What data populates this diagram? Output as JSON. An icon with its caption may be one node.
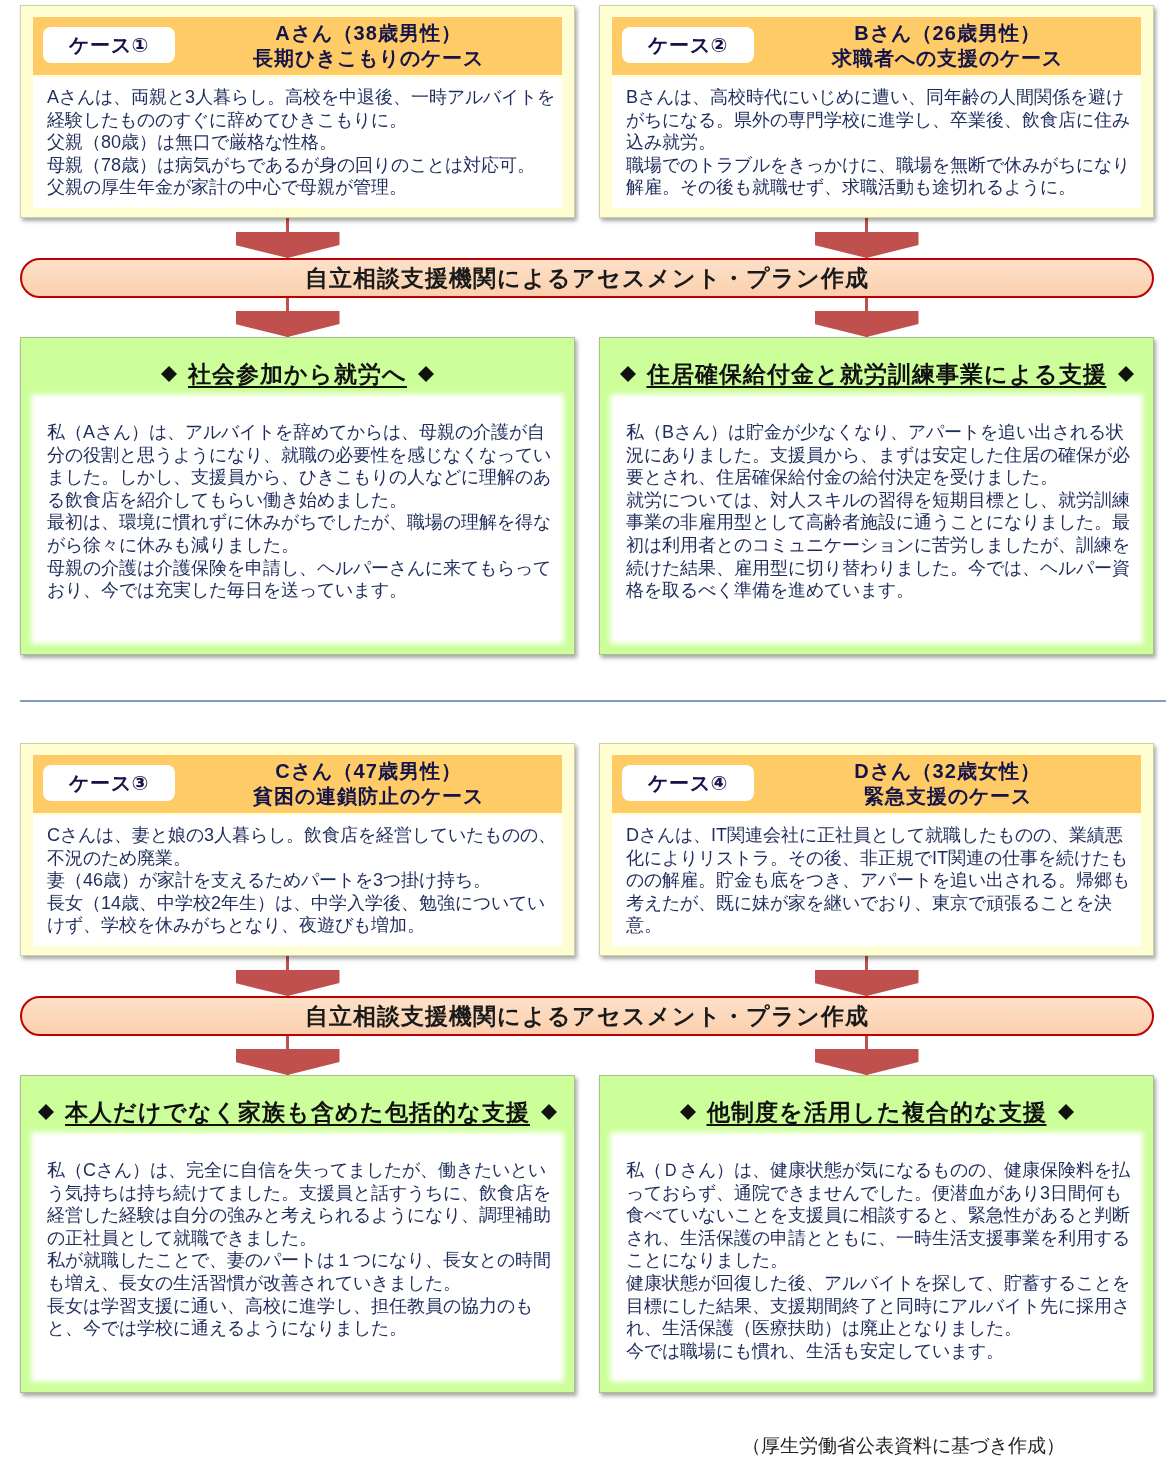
{
  "diagram": {
    "nodes": [
      {
        "text": [
          "Aさん（38歳男性）",
          "長期ひきこもりのケース",
          "Aさんは、両親と3人暮らし。高校を中退後、一時アルバイトを経験したもののすぐに辞めてひきこもりに。",
          "父親（80歳）は無口で厳格な性格。",
          "母親（78歳）は病気がちであるが身の回りのことは対応可。",
          "父親の厚生年金が家計の中心で母親が管理。"
        ]
      },
      {
        "text": [
          "ケース①"
        ],
        "in": 0
      },
      {
        "text": [
          "Bさん（26歳男性）",
          "求職者への支援のケース",
          "Bさんは、高校時代にいじめに遭い、同年齢の人間関係を避けがちになる。県外の専門学校に進学し、卒業後、飲食店に住み込み就労。",
          "職場でのトラブルをきっかけに、職場を無断で休みがちになり解雇。その後も就職せず、求職活動も途切れるように。"
        ]
      },
      {
        "text": [
          "ケース②"
        ],
        "in": 2
      },
      {
        "text": [
          "自立相談支援機関によるアセスメント・プラン作成"
        ]
      },
      {
        "text": [
          "社会参加から就労へ",
          "私（Aさん）は、アルバイトを辞めてからは、母親の介護が自分の役割と思うようになり、就職の必要性を感じなくなっていました。しかし、支援員から、ひきこもりの人などに理解のある飲食店を紹介してもらい働き始めました。",
          "最初は、環境に慣れずに休みがちでしたが、職場の理解を得ながら徐々に休みも減りました。",
          "母親の介護は介護保険を申請し、ヘルパーさんに来てもらっており、今では充実した毎日を送っています。"
        ]
      },
      {
        "text": [
          "住居確保給付金と就労訓練事業による支援",
          "私（Bさん）は貯金が少なくなり、アパートを追い出される状況にありました。支援員から、まずは安定した住居の確保が必要とされ、住居確保給付金の給付決定を受けました。",
          "就労については、対人スキルの習得を短期目標とし、就労訓練事業の非雇用型として高齢者施設に通うことになりました。最初は利用者とのコミュニケーションに苦労しましたが、訓練を続けた結果、雇用型に切り替わりました。今では、ヘルパー資格を取るべく準備を進めています。"
        ]
      },
      {
        "text": [
          "Cさん（47歳男性）",
          "貧困の連鎖防止のケース",
          "Cさんは、妻と娘の3人暮らし。飲食店を経営していたものの、不況のため廃業。",
          "妻（46歳）が家計を支えるためパートを3つ掛け持ち。",
          "長女（14歳、中学校2年生）は、中学入学後、勉強についていけず、学校を休みがちとなり、夜遊びも増加。"
        ]
      },
      {
        "text": [
          "ケース③"
        ],
        "in": 7
      },
      {
        "text": [
          "Dさん（32歳女性）",
          "緊急支援のケース",
          "Dさんは、IT関連会社に正社員として就職したものの、業績悪化によりリストラ。その後、非正規でIT関連の仕事を続けたものの解雇。貯金も底をつき、アパートを追い出される。帰郷も考えたが、既に妹が家を継いでおり、東京で頑張ることを決意。"
        ]
      },
      {
        "text": [
          "ケース④"
        ],
        "in": 9
      },
      {
        "text": [
          "自立相談支援機関によるアセスメント・プラン作成"
        ]
      },
      {
        "text": [
          "本人だけでなく家族も含めた包括的な支援",
          "私（Cさん）は、完全に自信を失ってましたが、働きたいという気持ちは持ち続けてました。支援員と話すうちに、飲食店を経営した経験は自分の強みと考えられるようになり、調理補助の正社員として就職できました。",
          "私が就職したことで、妻のパートは１つになり、長女との時間も増え、長女の生活習慣が改善されていきました。",
          "長女は学習支援に通い、高校に進学し、担任教員の協力のもと、今では学校に通えるようになりました。"
        ]
      },
      {
        "text": [
          "他制度を活用した複合的な支援",
          "私（Ｄさん）は、健康状態が気になるものの、健康保険料を払っておらず、通院できませんでした。便潜血があり3日間何も食べていないことを支援員に相談すると、緊急性があると判断され、生活保護の申請とともに、一時生活支援事業を利用することになりました。",
          "健康状態が回復した後、アルバイトを探して、貯蓄することを目標にした結果、支援期間終了と同時にアルバイト先に採用され、生活保護（医療扶助）は廃止となりました。",
          "今では職場にも慣れ、生活も安定しています。"
        ]
      }
    ],
    "edges": [
      {
        "from": 0,
        "to": 4,
        "arrow": "to"
      },
      {
        "from": 2,
        "to": 4,
        "arrow": "to"
      },
      {
        "from": 4,
        "to": 5,
        "arrow": "to"
      },
      {
        "from": 4,
        "to": 6,
        "arrow": "to"
      },
      {
        "from": 7,
        "to": 11,
        "arrow": "to"
      },
      {
        "from": 9,
        "to": 11,
        "arrow": "to"
      },
      {
        "from": 11,
        "to": 12,
        "arrow": "to"
      },
      {
        "from": 11,
        "to": 13,
        "arrow": "to"
      }
    ],
    "labels": [
      "（厚生労働省公表資料に基づき作成）"
    ]
  }
}
